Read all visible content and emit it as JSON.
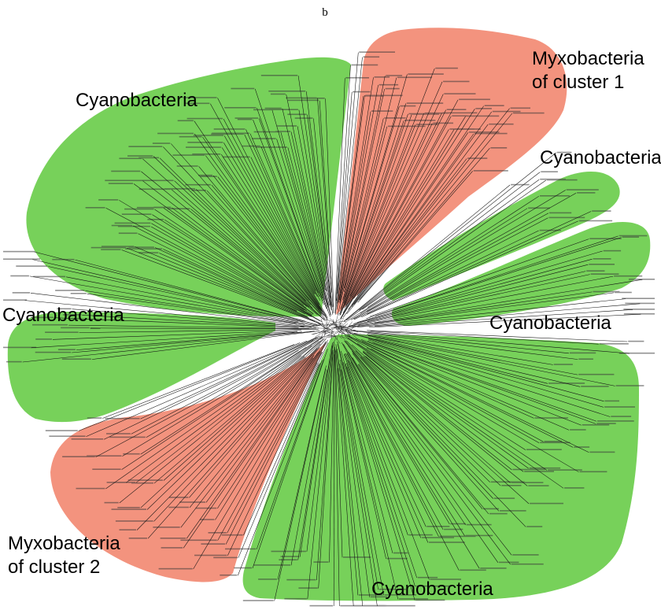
{
  "figure": {
    "panel_letter": "b",
    "colors": {
      "cyanobacteria": "#77d15a",
      "myxobacteria": "#f3937e",
      "branch": "#111111"
    },
    "clades": [
      {
        "id": "cyano-top-left",
        "group": "cyanobacteria",
        "label": "Cyanobacteria"
      },
      {
        "id": "myxo-1",
        "group": "myxobacteria",
        "label": "Myxobacteria",
        "label_line2": "of cluster 1"
      },
      {
        "id": "cyano-right-upper",
        "group": "cyanobacteria",
        "label": "Cyanobacteria"
      },
      {
        "id": "cyano-right-middle",
        "group": "cyanobacteria",
        "label": "Cyanobacteria"
      },
      {
        "id": "cyano-left",
        "group": "cyanobacteria",
        "label": "Cyanobacteria"
      },
      {
        "id": "myxo-2",
        "group": "myxobacteria",
        "label": "Myxobacteria",
        "label_line2": "of cluster 2"
      },
      {
        "id": "cyano-bottom",
        "group": "cyanobacteria",
        "label": "Cyanobacteria"
      }
    ]
  }
}
